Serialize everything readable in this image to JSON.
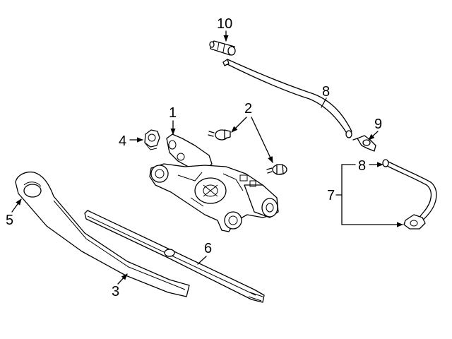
{
  "diagram": {
    "callouts": {
      "c1": "1",
      "c2": "2",
      "c3": "3",
      "c4": "4",
      "c5": "5",
      "c6": "6",
      "c7": "7",
      "c8a": "8",
      "c8b": "8",
      "c9": "9",
      "c10": "10"
    }
  }
}
